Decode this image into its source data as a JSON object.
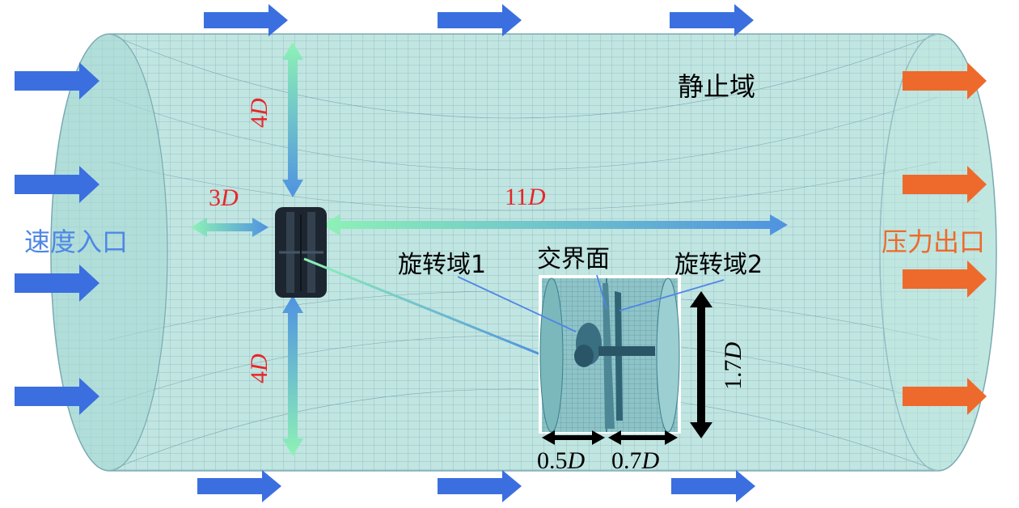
{
  "labels": {
    "static_domain": "静止域",
    "velocity_inlet": "速度入口",
    "pressure_outlet": "压力出口",
    "rotating_domain_1": "旋转域1",
    "interface": "交界面",
    "rotating_domain_2": "旋转域2"
  },
  "dimensions": {
    "upstream": {
      "value": "3",
      "unit": "D"
    },
    "downstream": {
      "value": "11",
      "unit": "D"
    },
    "top": {
      "value": "4",
      "unit": "D"
    },
    "bottom": {
      "value": "4",
      "unit": "D"
    },
    "rotor_diameter": {
      "value": "1.7",
      "unit": "D"
    },
    "domain1_length": {
      "value": "0.5",
      "unit": "D"
    },
    "domain2_length": {
      "value": "0.7",
      "unit": "D"
    }
  },
  "colors": {
    "inflow_arrow": "#3b6fe0",
    "outflow_arrow": "#ee6a2c",
    "dimension_red": "#e8262a",
    "inlet_text": "#4f86e6",
    "outlet_text": "#ee6a2c",
    "domain_fill": "#a9d9d6",
    "mesh_line": "#6f9fb0"
  }
}
